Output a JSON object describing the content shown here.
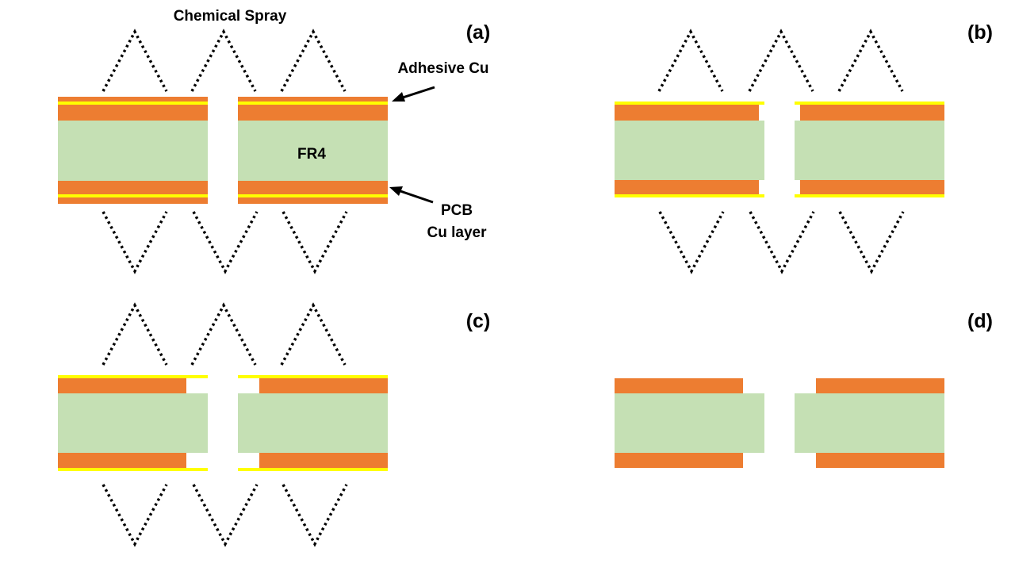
{
  "labels": {
    "chemical_spray": "Chemical Spray",
    "adhesive_cu": "Adhesive Cu",
    "fr4": "FR4",
    "pcb": "PCB",
    "cu_layer": "Cu layer"
  },
  "panels": [
    {
      "id": "a",
      "label": "(a)"
    },
    {
      "id": "b",
      "label": "(b)"
    },
    {
      "id": "c",
      "label": "(c)"
    },
    {
      "id": "d",
      "label": "(d)"
    }
  ],
  "colors": {
    "copper": "#ED7D31",
    "fr4": "#C5E0B4",
    "adhesive_cu": "#FFFF00",
    "spray": "#000000",
    "background": "#FFFFFF"
  }
}
